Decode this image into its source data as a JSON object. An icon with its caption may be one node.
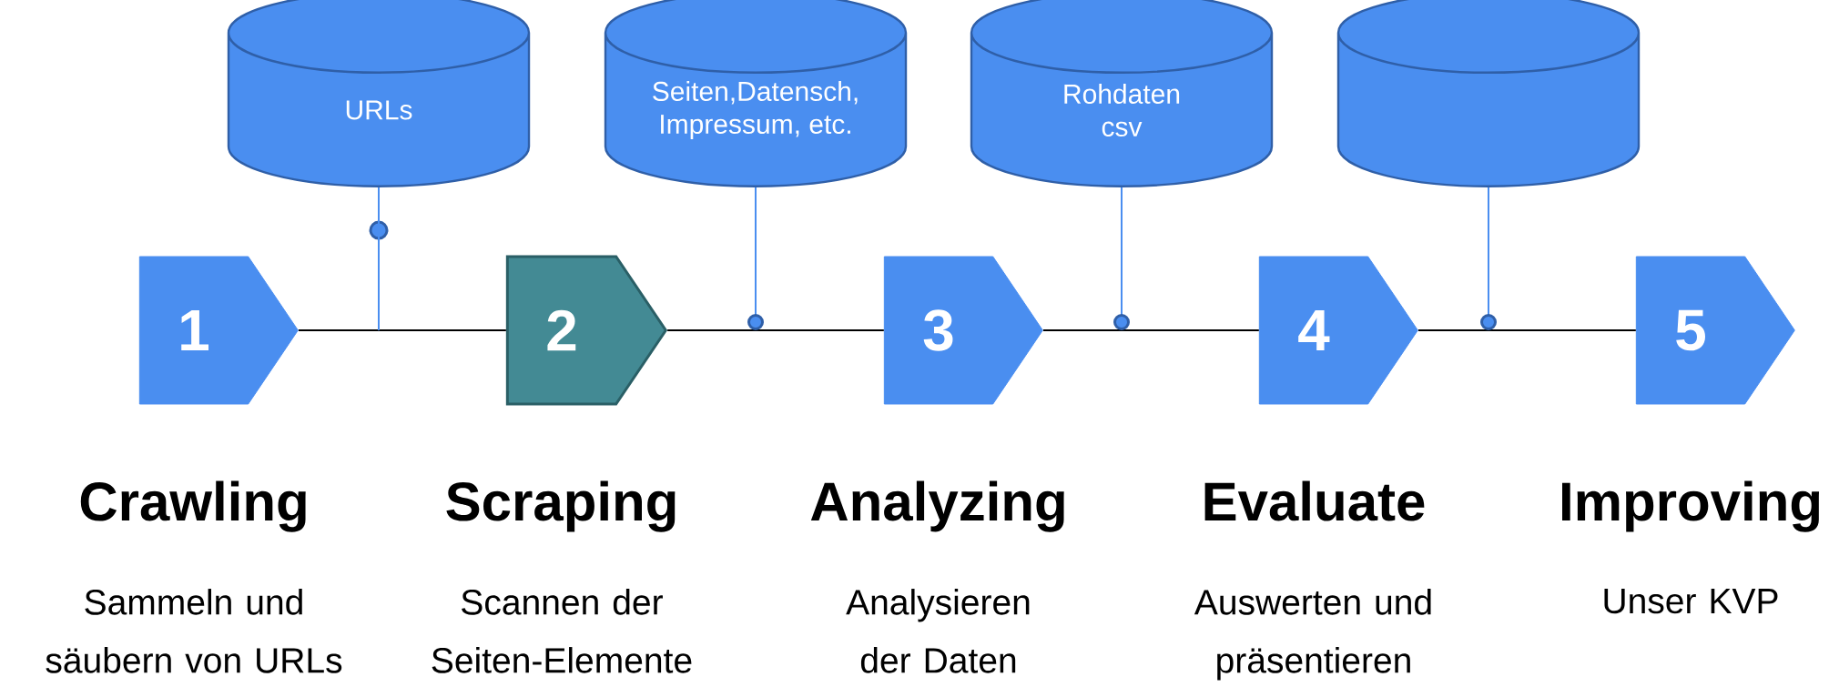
{
  "diagram": {
    "nodes": [
      {
        "text": [
          "URLs"
        ]
      },
      {
        "text": [
          "Seiten,Datensch, Impressum, etc."
        ]
      },
      {
        "text": [
          "Rohdaten csv"
        ]
      },
      {
        "text": [],
        "shape": "cylinder"
      },
      {
        "text": [
          "1"
        ],
        "beside": [
          "Crawling",
          "Sammeln und säubern von URLs"
        ]
      },
      {
        "text": [
          "2"
        ],
        "beside": [
          "Scraping",
          "Scannen der Seiten-Elemente"
        ]
      },
      {
        "text": [
          "3"
        ],
        "beside": [
          "Analyzing",
          "Analysieren der Daten"
        ]
      },
      {
        "text": [
          "4"
        ],
        "beside": [
          "Evaluate",
          "Auswerten und präsentieren"
        ]
      },
      {
        "text": [
          "5"
        ],
        "beside": [
          "Improving",
          "Unser KVP"
        ]
      }
    ],
    "edges": [
      {
        "from": 4,
        "to": 5,
        "arrow": "none"
      },
      {
        "from": 5,
        "to": 6,
        "arrow": "none"
      },
      {
        "from": 6,
        "to": 7,
        "arrow": "none"
      },
      {
        "from": 7,
        "to": 8,
        "arrow": "none"
      },
      {
        "from": 0,
        "to": null,
        "arrow": "none",
        "color": "#4a8ef0"
      },
      {
        "from": 1,
        "to": null,
        "arrow": "other",
        "color": "#4a8ef0"
      },
      {
        "from": 2,
        "to": null,
        "arrow": "other",
        "color": "#4a8ef0"
      },
      {
        "from": 3,
        "to": null,
        "arrow": "other",
        "color": "#4a8ef0"
      }
    ]
  }
}
